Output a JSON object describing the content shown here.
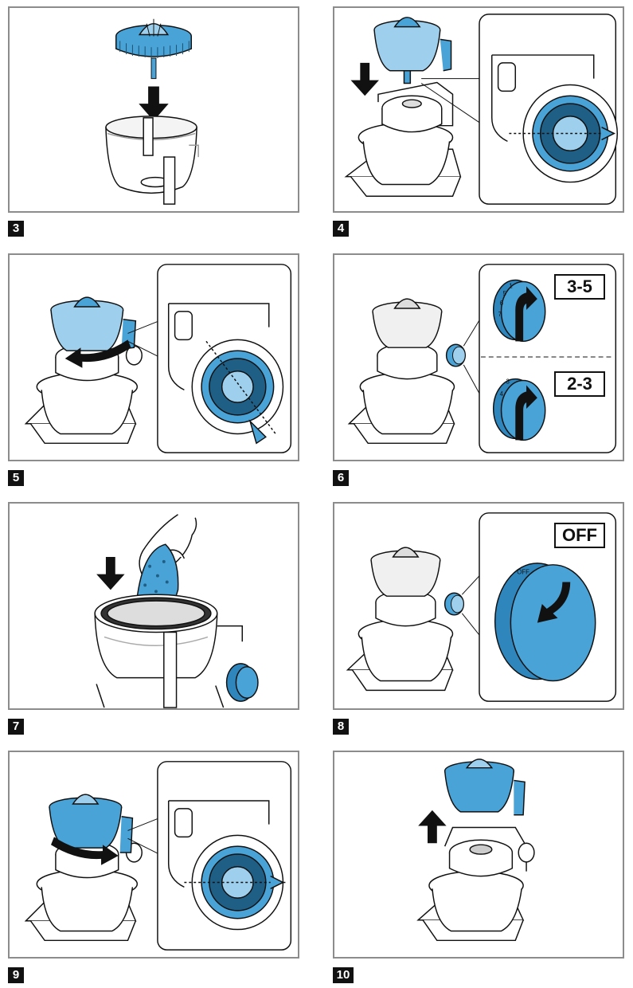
{
  "steps": [
    {
      "number": "3"
    },
    {
      "number": "4"
    },
    {
      "number": "5"
    },
    {
      "number": "6",
      "settings": [
        "3-5",
        "2-3"
      ],
      "dial_top_marks": [
        "1",
        "5",
        "6",
        "7"
      ],
      "dial_bottom_marks": [
        "3",
        "4"
      ]
    },
    {
      "number": "7"
    },
    {
      "number": "8",
      "setting": "OFF",
      "dial_mark": "OFF"
    },
    {
      "number": "9"
    },
    {
      "number": "10"
    }
  ],
  "colors": {
    "accent_blue": "#4aa3d6",
    "accent_blue_light": "#9ed0ee",
    "outline": "#111111",
    "frame": "#8c8c8c",
    "label_bg": "#111111"
  }
}
